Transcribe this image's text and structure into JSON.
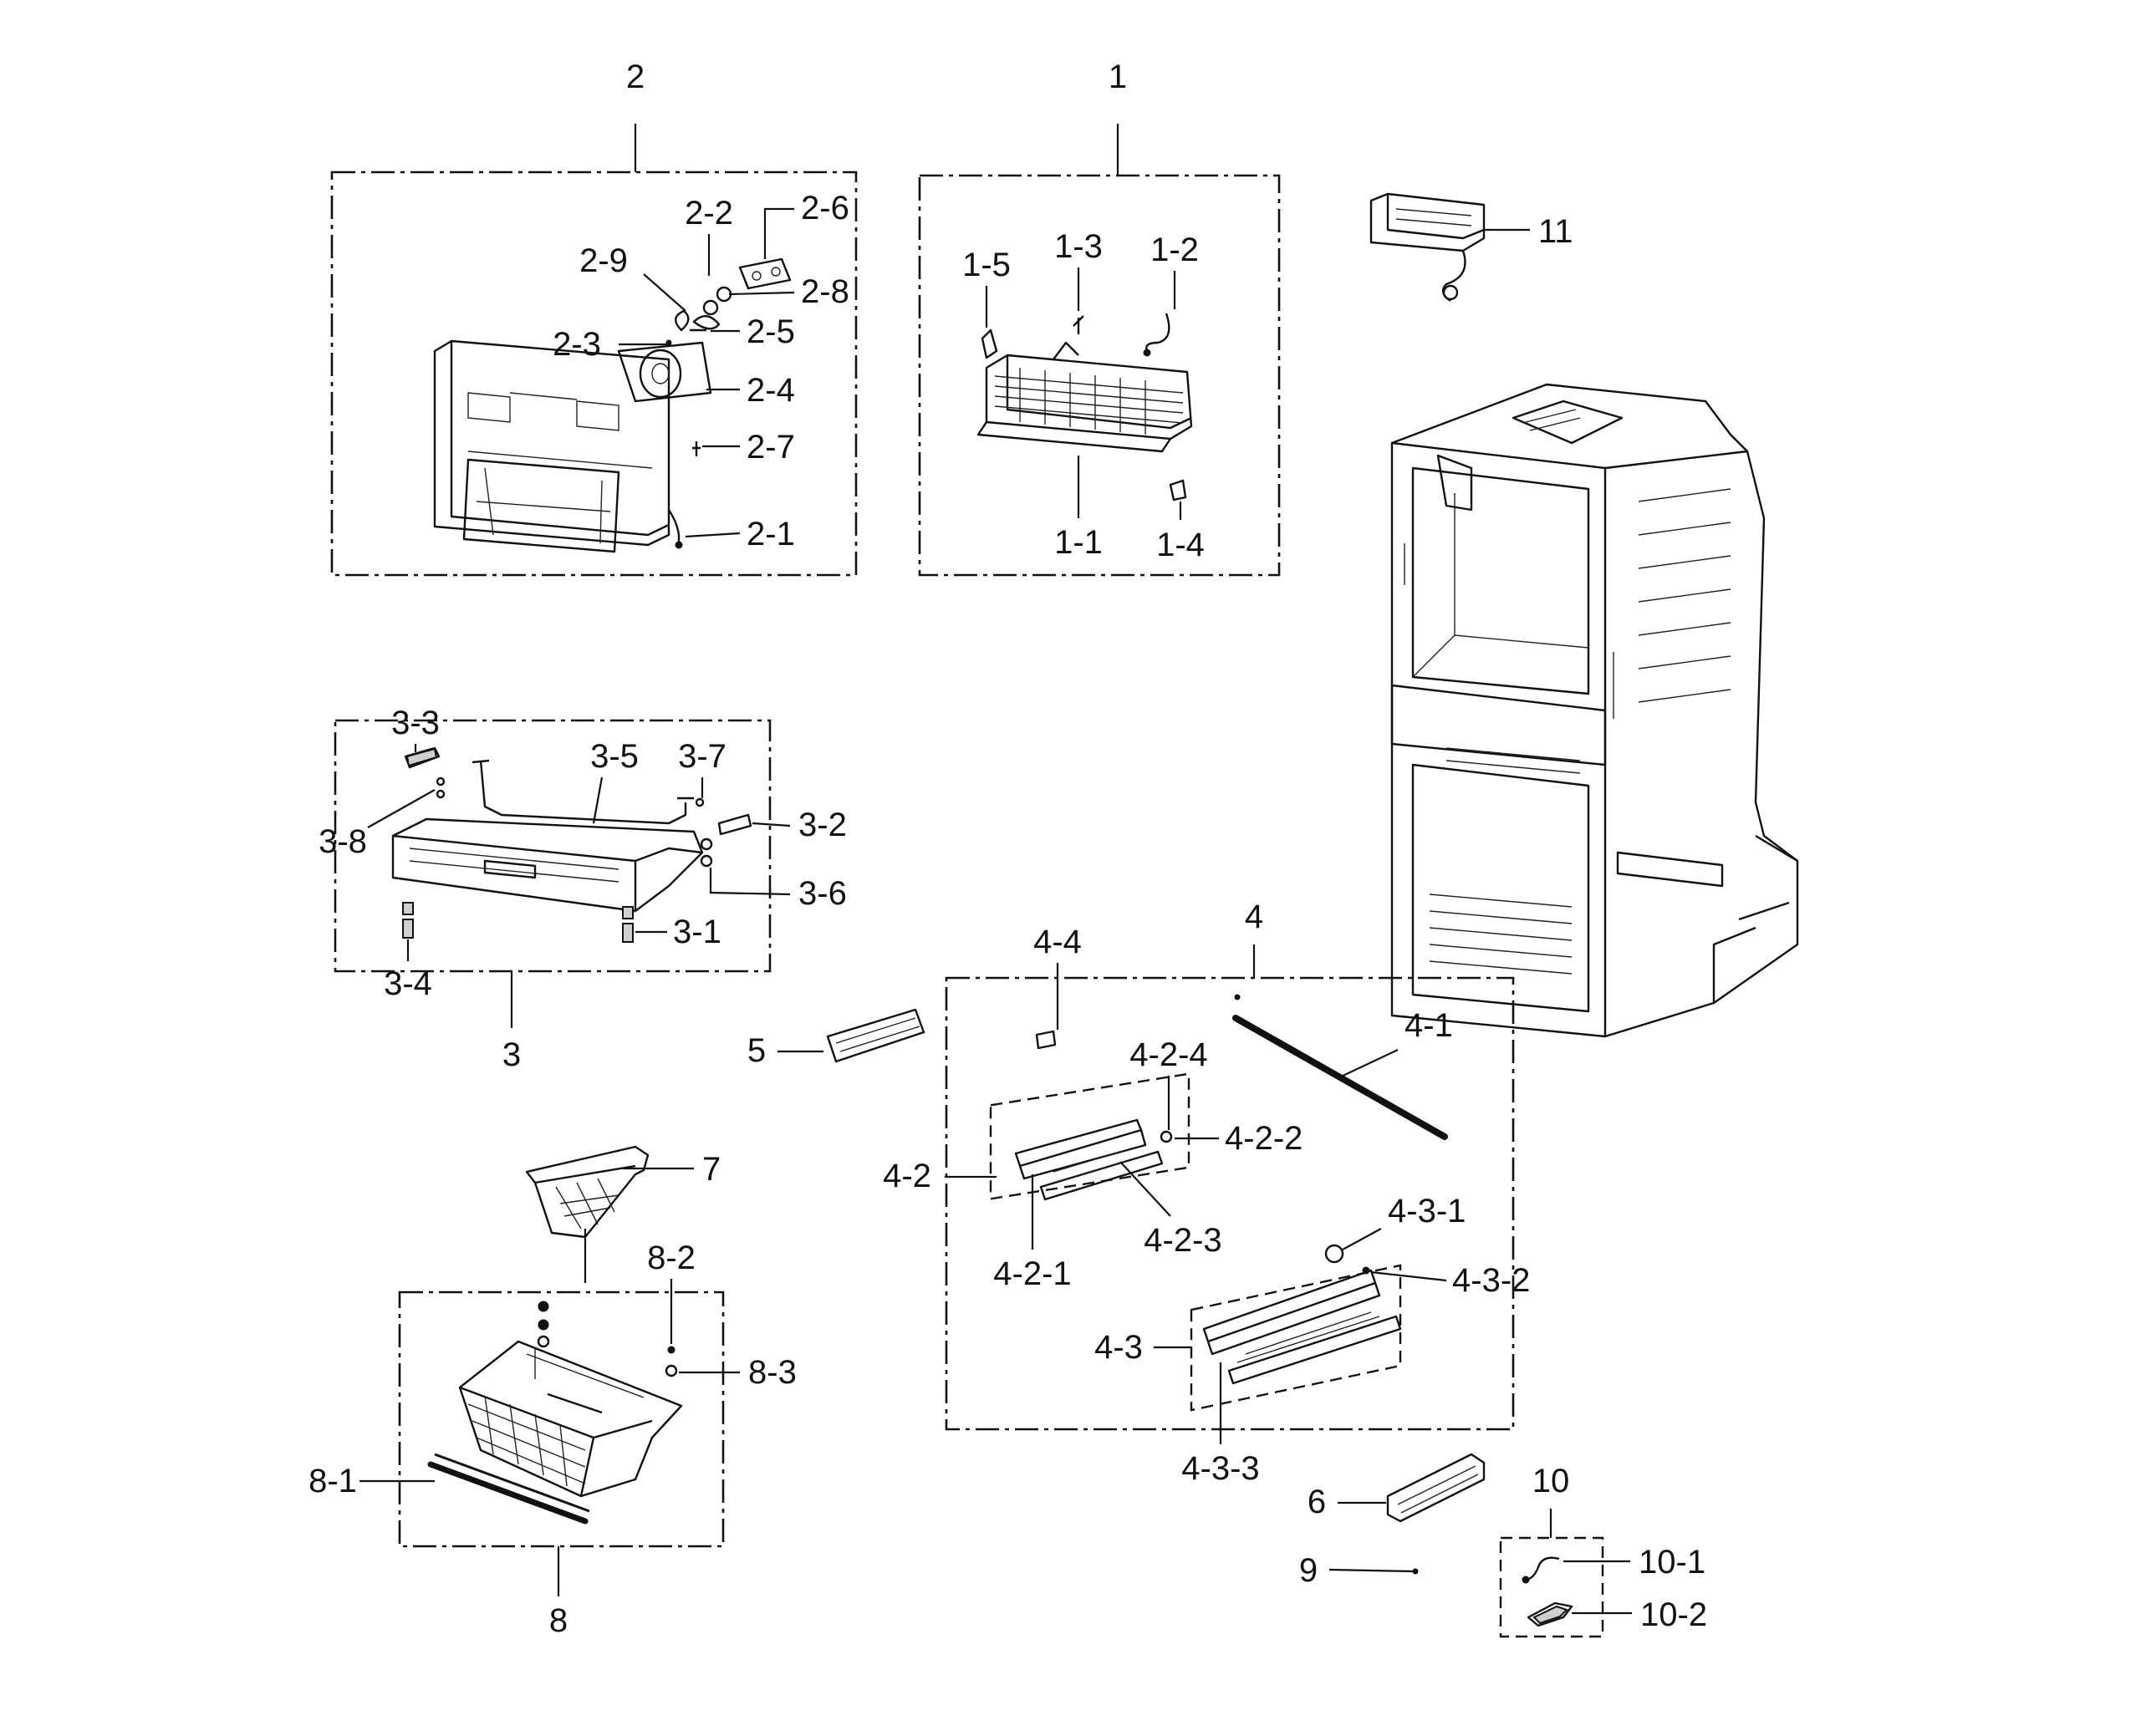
{
  "callouts": {
    "c1": "1",
    "c1_1": "1-1",
    "c1_2": "1-2",
    "c1_3": "1-3",
    "c1_4": "1-4",
    "c1_5": "1-5",
    "c2": "2",
    "c2_1": "2-1",
    "c2_2": "2-2",
    "c2_3": "2-3",
    "c2_4": "2-4",
    "c2_5": "2-5",
    "c2_6": "2-6",
    "c2_7": "2-7",
    "c2_8": "2-8",
    "c2_9": "2-9",
    "c3": "3",
    "c3_1": "3-1",
    "c3_2": "3-2",
    "c3_3": "3-3",
    "c3_4": "3-4",
    "c3_5": "3-5",
    "c3_6": "3-6",
    "c3_7": "3-7",
    "c3_8": "3-8",
    "c4": "4",
    "c4_1": "4-1",
    "c4_2": "4-2",
    "c4_2_1": "4-2-1",
    "c4_2_2": "4-2-2",
    "c4_2_3": "4-2-3",
    "c4_2_4": "4-2-4",
    "c4_3": "4-3",
    "c4_3_1": "4-3-1",
    "c4_3_2": "4-3-2",
    "c4_3_3": "4-3-3",
    "c4_4": "4-4",
    "c5": "5",
    "c6": "6",
    "c7": "7",
    "c8": "8",
    "c8_1": "8-1",
    "c8_2": "8-2",
    "c8_3": "8-3",
    "c9": "9",
    "c10": "10",
    "c10_1": "10-1",
    "c10_2": "10-2",
    "c11": "11"
  }
}
